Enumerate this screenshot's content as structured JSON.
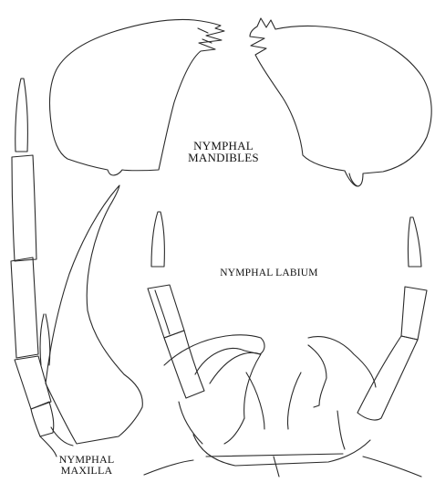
{
  "labels": {
    "mandibles": [
      "NYMPHAL",
      "MANDIBLES"
    ],
    "labium": "NYMPHAL LABIUM",
    "maxilla": [
      "NYMPHAL",
      "MAXILLA"
    ]
  },
  "colors": {
    "background": "#ffffff",
    "line": "#2a2a2a",
    "text": "#111111"
  }
}
